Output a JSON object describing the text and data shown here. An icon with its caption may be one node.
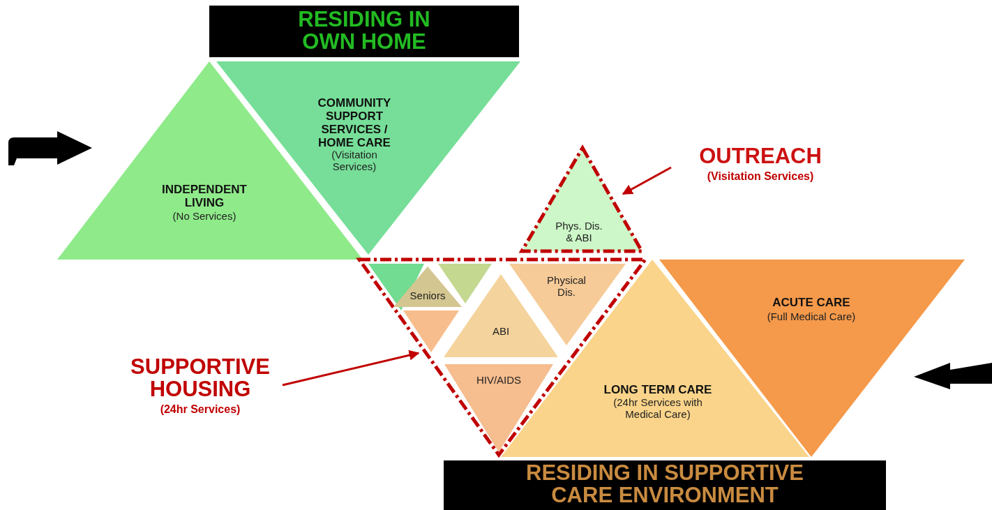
{
  "diagram": {
    "nodes": [
      {
        "text": [
          "RESIDING IN OWN HOME"
        ]
      },
      {
        "text": [
          "INDEPENDENT LIVING",
          "(No Services)"
        ]
      },
      {
        "text": [
          "COMMUNITY SUPPORT SERVICES / HOME CARE",
          "(Visitation Services)"
        ]
      },
      {
        "text": [
          "OUTREACH",
          "(Visitation Services)"
        ]
      },
      {
        "text": [
          "Phys. Dis. & ABI"
        ]
      },
      {
        "text": [],
        "shape": "triangle"
      },
      {
        "text": [],
        "shape": "triangle",
        "in": 5
      },
      {
        "text": [
          "Seniors"
        ],
        "in": 5
      },
      {
        "text": [],
        "shape": "triangle",
        "in": 5
      },
      {
        "text": [
          "Physical Dis."
        ],
        "in": 5
      },
      {
        "text": [],
        "shape": "triangle",
        "in": 5
      },
      {
        "text": [
          "ABI"
        ],
        "in": 5
      },
      {
        "text": [
          "HIV/AIDS"
        ],
        "in": 5
      },
      {
        "text": [
          "SUPPORTIVE HOUSING",
          "(24hr Services)"
        ]
      },
      {
        "text": [
          "ACUTE CARE",
          "(Full Medical Care)"
        ]
      },
      {
        "text": [
          "LONG TERM CARE",
          "(24hr Services with Medical Care)"
        ]
      },
      {
        "text": [
          "RESIDING IN SUPPORTIVE CARE ENVIRONMENT"
        ]
      }
    ],
    "edges": [
      {
        "from": 3,
        "to": 4,
        "arrow": "to"
      },
      {
        "from": 13,
        "to": 5,
        "arrow": "to"
      }
    ]
  }
}
